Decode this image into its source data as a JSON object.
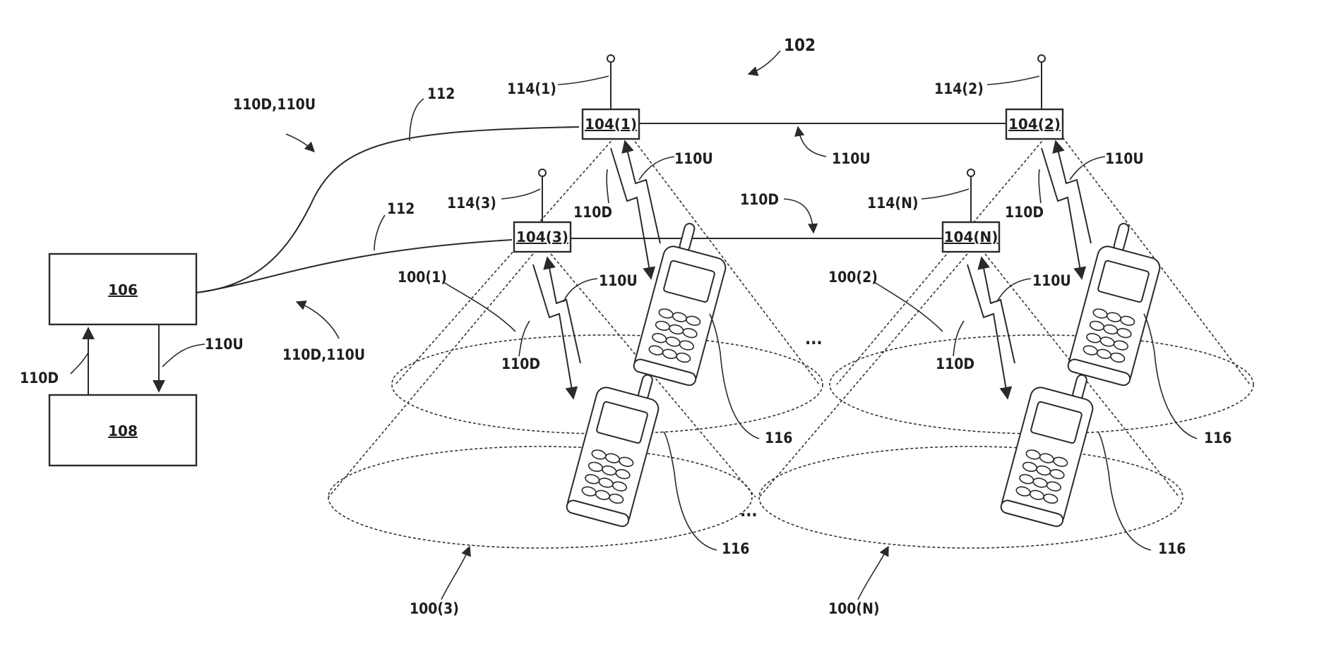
{
  "figure_ref": "102",
  "boxes": {
    "main_unit": "106",
    "sub_unit": "108",
    "ru1": "104(1)",
    "ru2": "104(2)",
    "ru3": "104(3)",
    "ruN": "104(N)"
  },
  "antennas": {
    "a1": "114(1)",
    "a2": "114(2)",
    "a3": "114(3)",
    "aN": "114(N)"
  },
  "links": {
    "cable_top": "112",
    "cable_mid": "112",
    "combined_top": "110D,110U",
    "combined_bottom": "110D,110U",
    "uplink_bus": "110U",
    "downlink_bus": "110D",
    "box_down": "110D",
    "box_up": "110U"
  },
  "radio": {
    "u1": "110U",
    "d1": "110D",
    "u2": "110U",
    "d2": "110D",
    "u3": "110U",
    "d3": "110D",
    "uN": "110U",
    "dN": "110D"
  },
  "cells": {
    "c1": "100(1)",
    "c2": "100(2)",
    "c3": "100(3)",
    "cN": "100(N)"
  },
  "devices": {
    "p1": "116",
    "p2": "116",
    "p3": "116",
    "p4": "116"
  },
  "ellipses": {
    "e1": "...",
    "e2": "..."
  }
}
